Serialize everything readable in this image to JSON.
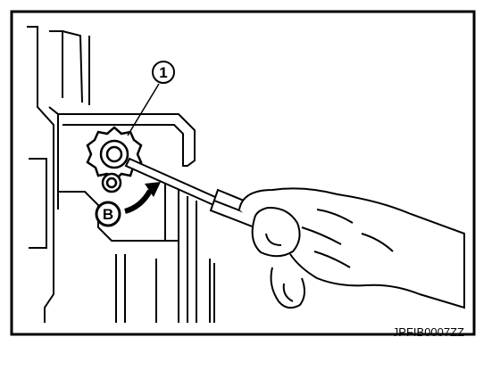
{
  "figure": {
    "callouts": [
      {
        "id": "1",
        "label": "1"
      },
      {
        "id": "B",
        "label": "B"
      }
    ],
    "reference_code": "JPFIB0007ZZ",
    "colors": {
      "ink": "#000000",
      "paper": "#ffffff"
    }
  }
}
